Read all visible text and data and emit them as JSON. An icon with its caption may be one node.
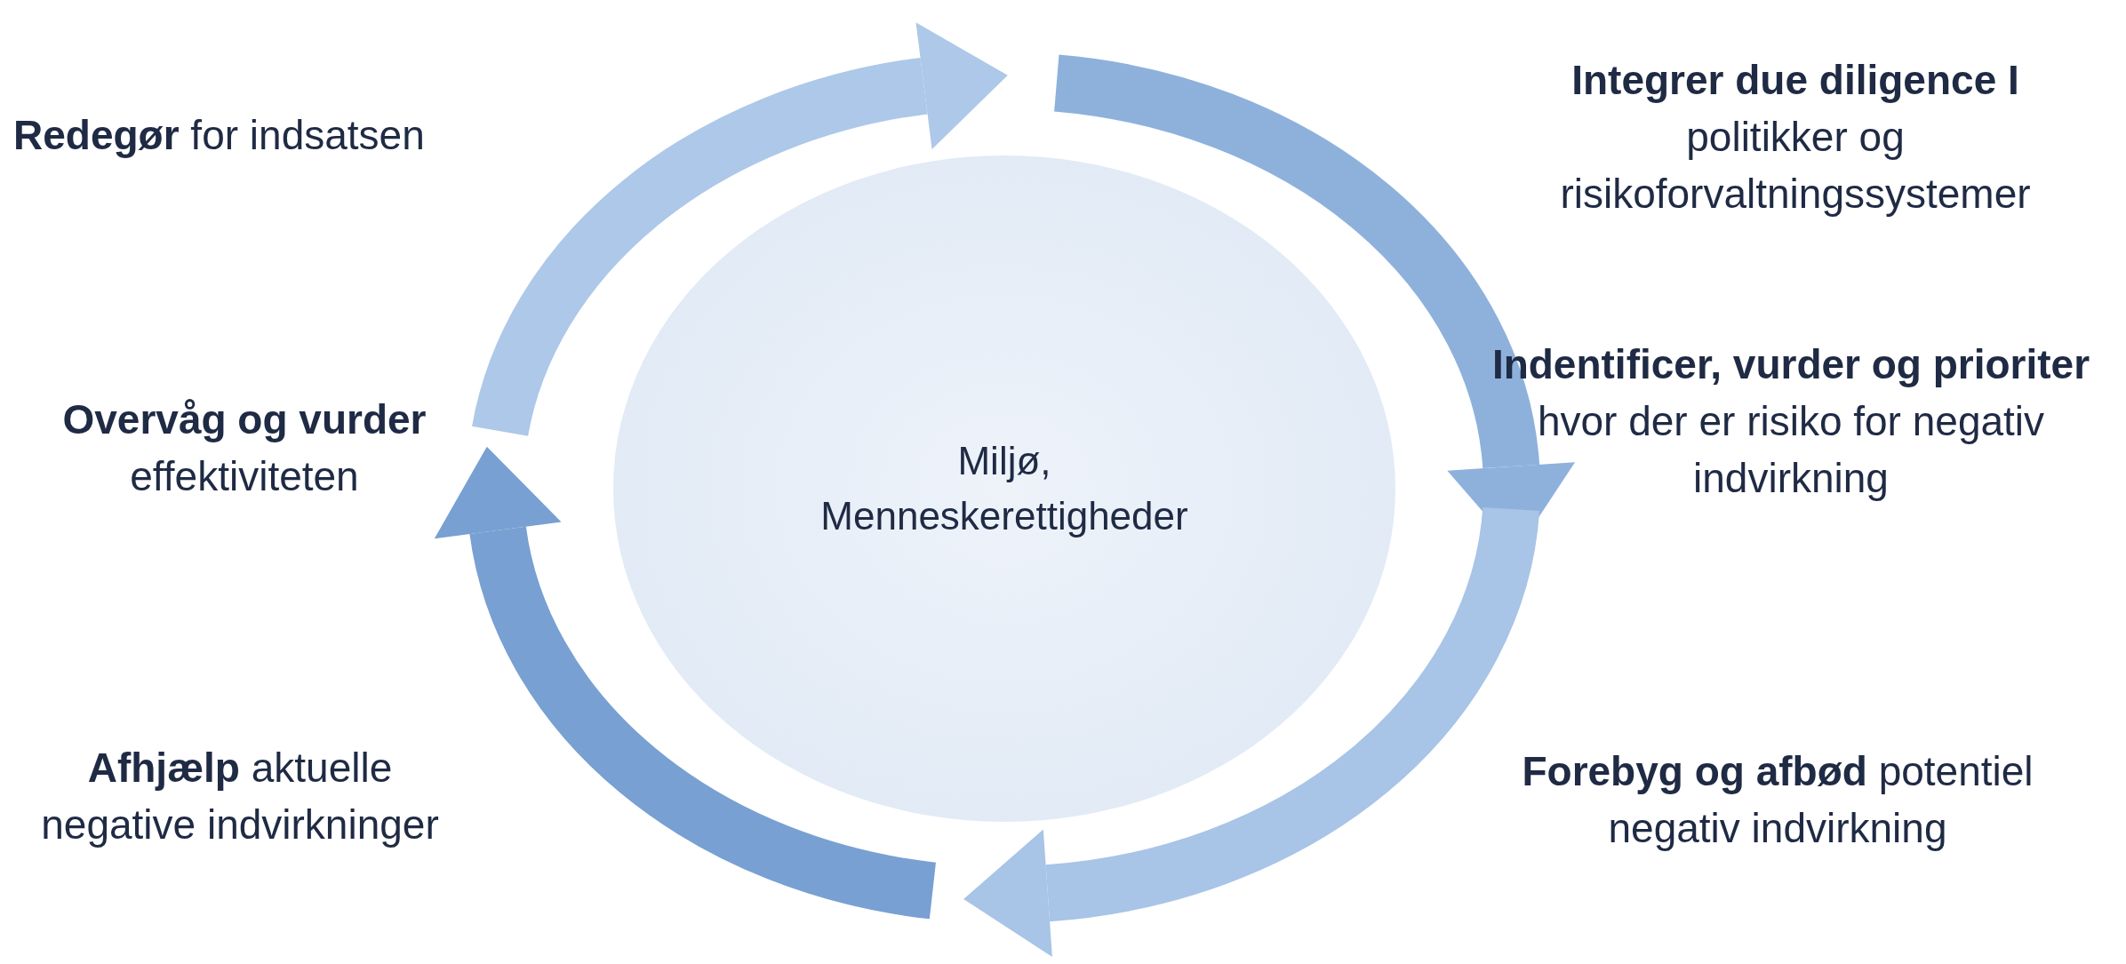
{
  "diagram": {
    "nodes": [
      {
        "text": [
          "**Redegør** for indsatsen"
        ]
      },
      {
        "text": [
          "**Integrer due diligence I** politikker og risikoforvaltningssystemer"
        ]
      },
      {
        "text": [
          "**Indentificer, vurder og prioriter** hvor der er risiko for negativ indvirkning"
        ]
      },
      {
        "text": [
          "**Overvåg og vurder** effektiviteten"
        ]
      },
      {
        "text": [
          "Miljø, Menneskerettigheder"
        ]
      },
      {
        "text": [
          "**Afhjælp** aktuelle negative indvirkninger"
        ]
      },
      {
        "text": [
          "**Forebyg og afbød** potentiel negativ indvirkning"
        ]
      }
    ]
  }
}
